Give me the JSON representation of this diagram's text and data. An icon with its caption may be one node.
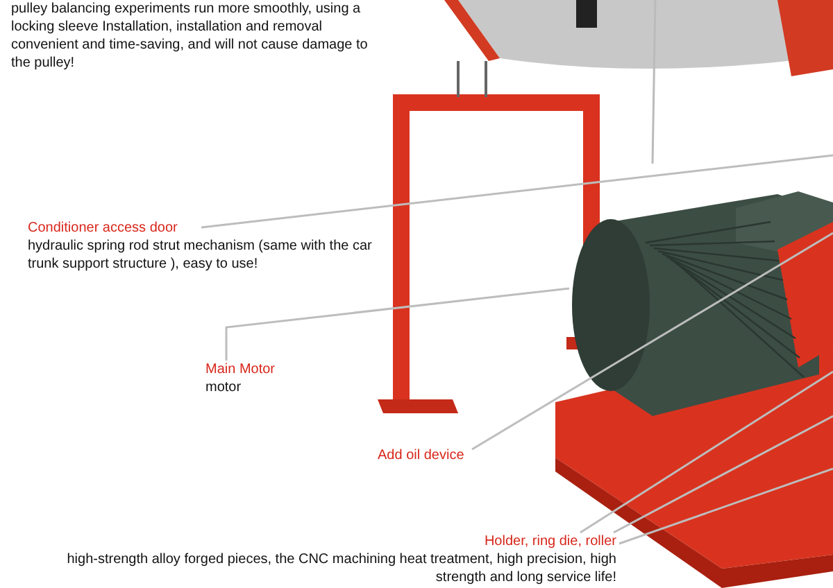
{
  "diagram": {
    "nodes": [
      {
        "text": [
          "pulley balancing experiments run more smoothly, using a locking sleeve Installation, installation and removal convenient and time-saving, and will not cause damage to the pulley!"
        ]
      },
      {
        "text": [
          "Conditioner access door",
          "hydraulic spring rod strut mechanism (same with the car trunk support structure ), easy to use!"
        ]
      },
      {
        "text": [
          "Main Motor",
          "motor"
        ]
      },
      {
        "text": [
          "Add oil device"
        ]
      },
      {
        "text": [
          "Holder,  ring die, roller",
          "high-strength alloy forged pieces, the CNC machining heat treatment, high precision, high strength and long service life!"
        ]
      }
    ],
    "edges": [
      {
        "from": 1,
        "to": null,
        "arrow": "none"
      },
      {
        "from": 2,
        "to": null,
        "arrow": "none"
      },
      {
        "from": 3,
        "to": null,
        "arrow": "none"
      },
      {
        "from": 4,
        "to": null,
        "arrow": "none"
      },
      {
        "from": 4,
        "to": null,
        "arrow": "none"
      },
      {
        "from": 4,
        "to": null,
        "arrow": "none"
      }
    ]
  }
}
